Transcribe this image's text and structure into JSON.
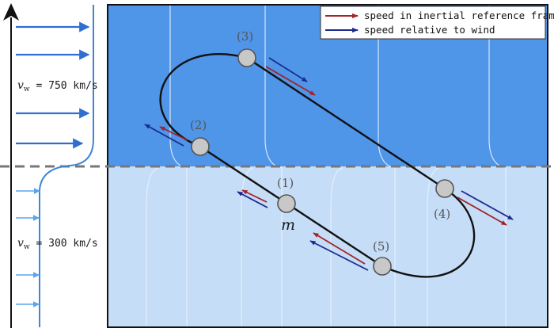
{
  "legend": {
    "inertial": {
      "label": "speed in inertial reference frame",
      "color": "#a3232a"
    },
    "wind": {
      "label": "speed relative to wind",
      "color": "#1c2a8f"
    }
  },
  "wind_fast": {
    "label_symbol": "v",
    "label_sub": "w",
    "label_rest": " = 750 km/s"
  },
  "wind_slow": {
    "label_symbol": "v",
    "label_sub": "w",
    "label_rest": " = 300 km/s"
  },
  "points": [
    {
      "id": "1",
      "label": "(1)"
    },
    {
      "id": "2",
      "label": "(2)"
    },
    {
      "id": "3",
      "label": "(3)"
    },
    {
      "id": "4",
      "label": "(4)"
    },
    {
      "id": "5",
      "label": "(5)"
    }
  ],
  "mass_label": "m",
  "colors": {
    "fast_region": "#4f95e8",
    "slow_region": "#c5ddf7",
    "profile_line": "#3f86d6",
    "arrow_fast": "#2f6fcf",
    "arrow_slow": "#5aa6ee",
    "orbit": "#111111",
    "node_fill": "#c8c8c8"
  }
}
